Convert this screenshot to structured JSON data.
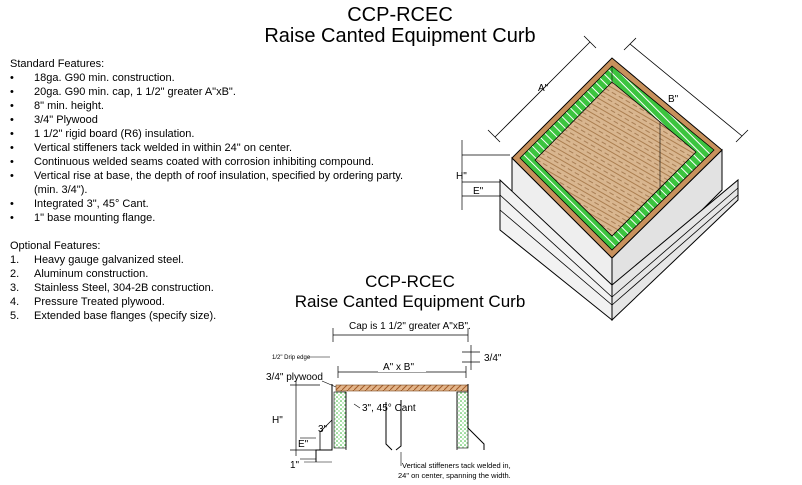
{
  "header": {
    "title": "CCP-RCEC",
    "subtitle": "Raise Canted Equipment Curb"
  },
  "standard_features": {
    "heading": "Standard Features:",
    "bullet": "•",
    "items": [
      "18ga. G90 min. construction.",
      "20ga. G90 min. cap, 1 1/2\" greater A\"xB\".",
      "8\" min. height.",
      "3/4\" Plywood",
      "1 1/2\" rigid board (R6) insulation.",
      "Vertical stiffeners tack welded in within 24\" on center.",
      "Continuous welded seams coated with corrosion inhibiting compound.",
      "Vertical rise at base, the depth of roof insulation, specified by ordering party.",
      "(min. 3/4\").",
      "Integrated 3\", 45° Cant.",
      "1\" base mounting flange."
    ]
  },
  "optional_features": {
    "heading": "Optional Features:",
    "items": [
      {
        "num": "1.",
        "text": "Heavy gauge galvanized steel."
      },
      {
        "num": "2.",
        "text": "Aluminum construction."
      },
      {
        "num": "3.",
        "text": "Stainless Steel, 304-2B construction."
      },
      {
        "num": "4.",
        "text": "Pressure Treated plywood."
      },
      {
        "num": "5.",
        "text": "Extended base flanges (specify size)."
      }
    ]
  },
  "iso_view": {
    "label_a": "A\"",
    "label_b": "B\"",
    "label_h": "H\"",
    "label_e": "E\""
  },
  "section_view": {
    "title": "CCP-RCEC",
    "subtitle": "Raise Canted Equipment Curb",
    "cap_note": "Cap is 1 1/2\" greater A\"xB\".",
    "drip_edge": "1/2\" Drip edge",
    "dim_3_4": "3/4\"",
    "plywood": "3/4\" plywood",
    "axb": "A\" x B\"",
    "cant": "3\", 45° Cant",
    "h": "H\"",
    "three": "3\"",
    "e": "E\"",
    "one": "1\"",
    "stiffener_note_1": "Vertical stiffeners tack welded in,",
    "stiffener_note_2": "24\" on center, spanning the width."
  },
  "colors": {
    "insulation_green": "#36c23a",
    "wood": "#c89a6a",
    "wood_edge": "#b8733a",
    "curb_grey": "#e9e9e9"
  }
}
